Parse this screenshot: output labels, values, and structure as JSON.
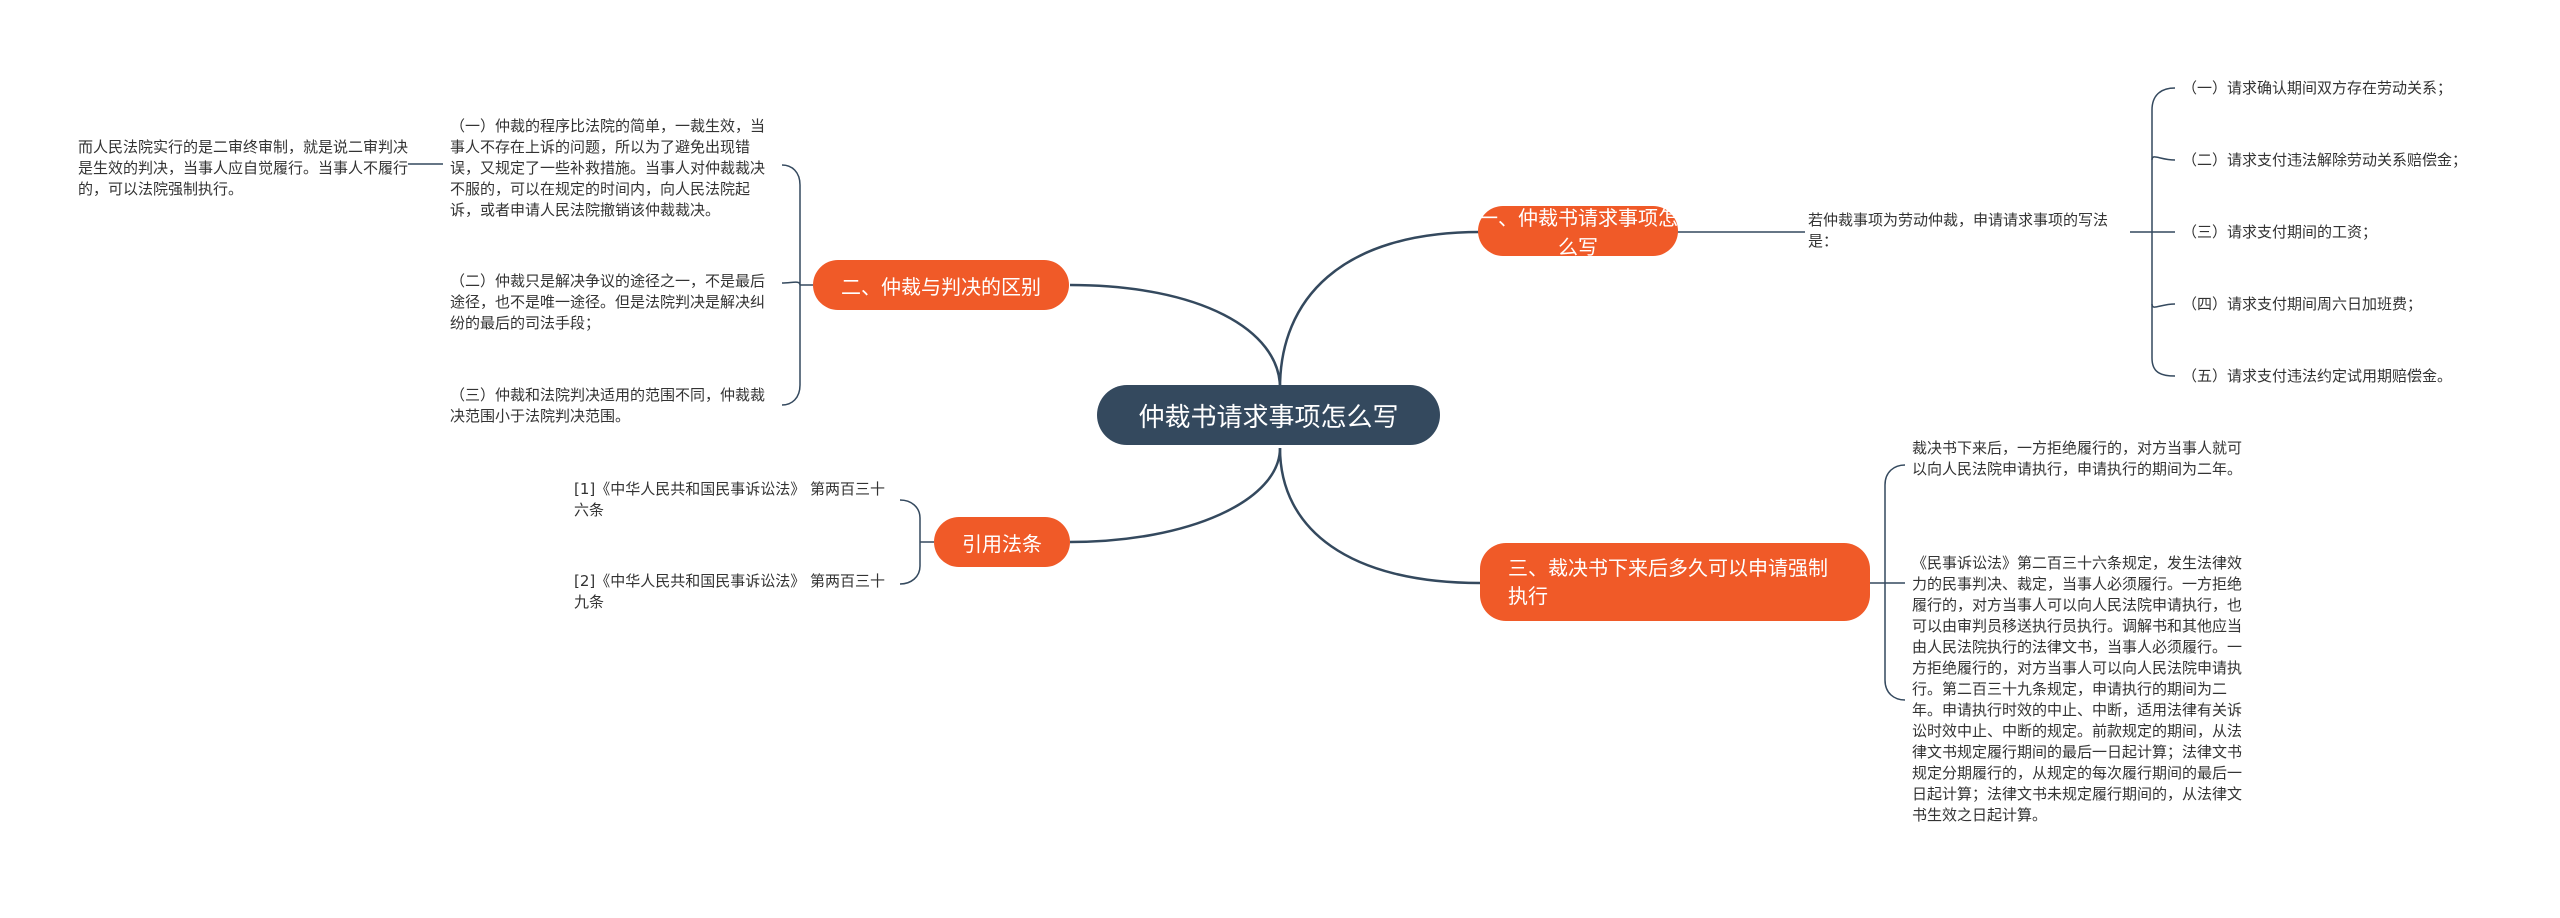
{
  "root": {
    "label": "仲裁书请求事项怎么写"
  },
  "branches": [
    {
      "label": "一、仲裁书请求事项怎么写",
      "intro": "若仲裁事项为劳动仲裁，申请请求事项的写法是：",
      "items": [
        "（一）请求确认期间双方存在劳动关系；",
        "（二）请求支付违法解除劳动关系赔偿金；",
        "（三）请求支付期间的工资；",
        "（四）请求支付期间周六日加班费；",
        "（五）请求支付违法约定试用期赔偿金。"
      ]
    },
    {
      "label": "二、仲裁与判决的区别",
      "items": [
        "（一）仲裁的程序比法院的简单，一裁生效，当事人不存在上诉的问题，所以为了避免出现错误，又规定了一些补救措施。当事人对仲裁裁决不服的，可以在规定的时间内，向人民法院起诉，或者申请人民法院撤销该仲裁裁决。",
        "（二）仲裁只是解决争议的途径之一，不是最后途径，也不是唯一途径。但是法院判决是解决纠纷的最后的司法手段；",
        "（三）仲裁和法院判决适用的范围不同，仲裁裁决范围小于法院判决范围。"
      ],
      "sub": "而人民法院实行的是二审终审制，就是说二审判决是生效的判决，当事人应自觉履行。当事人不履行的，可以法院强制执行。"
    },
    {
      "label": "三、裁决书下来后多久可以申请强制执行",
      "items": [
        "裁决书下来后，一方拒绝履行的，对方当事人就可以向人民法院申请执行，申请执行的期间为二年。",
        "《民事诉讼法》第二百三十六条规定，发生法律效力的民事判决、裁定，当事人必须履行。一方拒绝履行的，对方当事人可以向人民法院申请执行，也可以由审判员移送执行员执行。调解书和其他应当由人民法院执行的法律文书，当事人必须履行。一方拒绝履行的，对方当事人可以向人民法院申请执行。第二百三十九条规定，申请执行的期间为二年。申请执行时效的中止、中断，适用法律有关诉讼时效中止、中断的规定。前款规定的期间，从法律文书规定履行期间的最后一日起计算；法律文书规定分期履行的，从规定的每次履行期间的最后一日起计算；法律文书未规定履行期间的，从法律文书生效之日起计算。"
      ]
    },
    {
      "label": "引用法条",
      "items": [
        "[1]《中华人民共和国民事诉讼法》 第两百三十六条",
        "[2]《中华人民共和国民事诉讼法》 第两百三十九条"
      ]
    }
  ]
}
